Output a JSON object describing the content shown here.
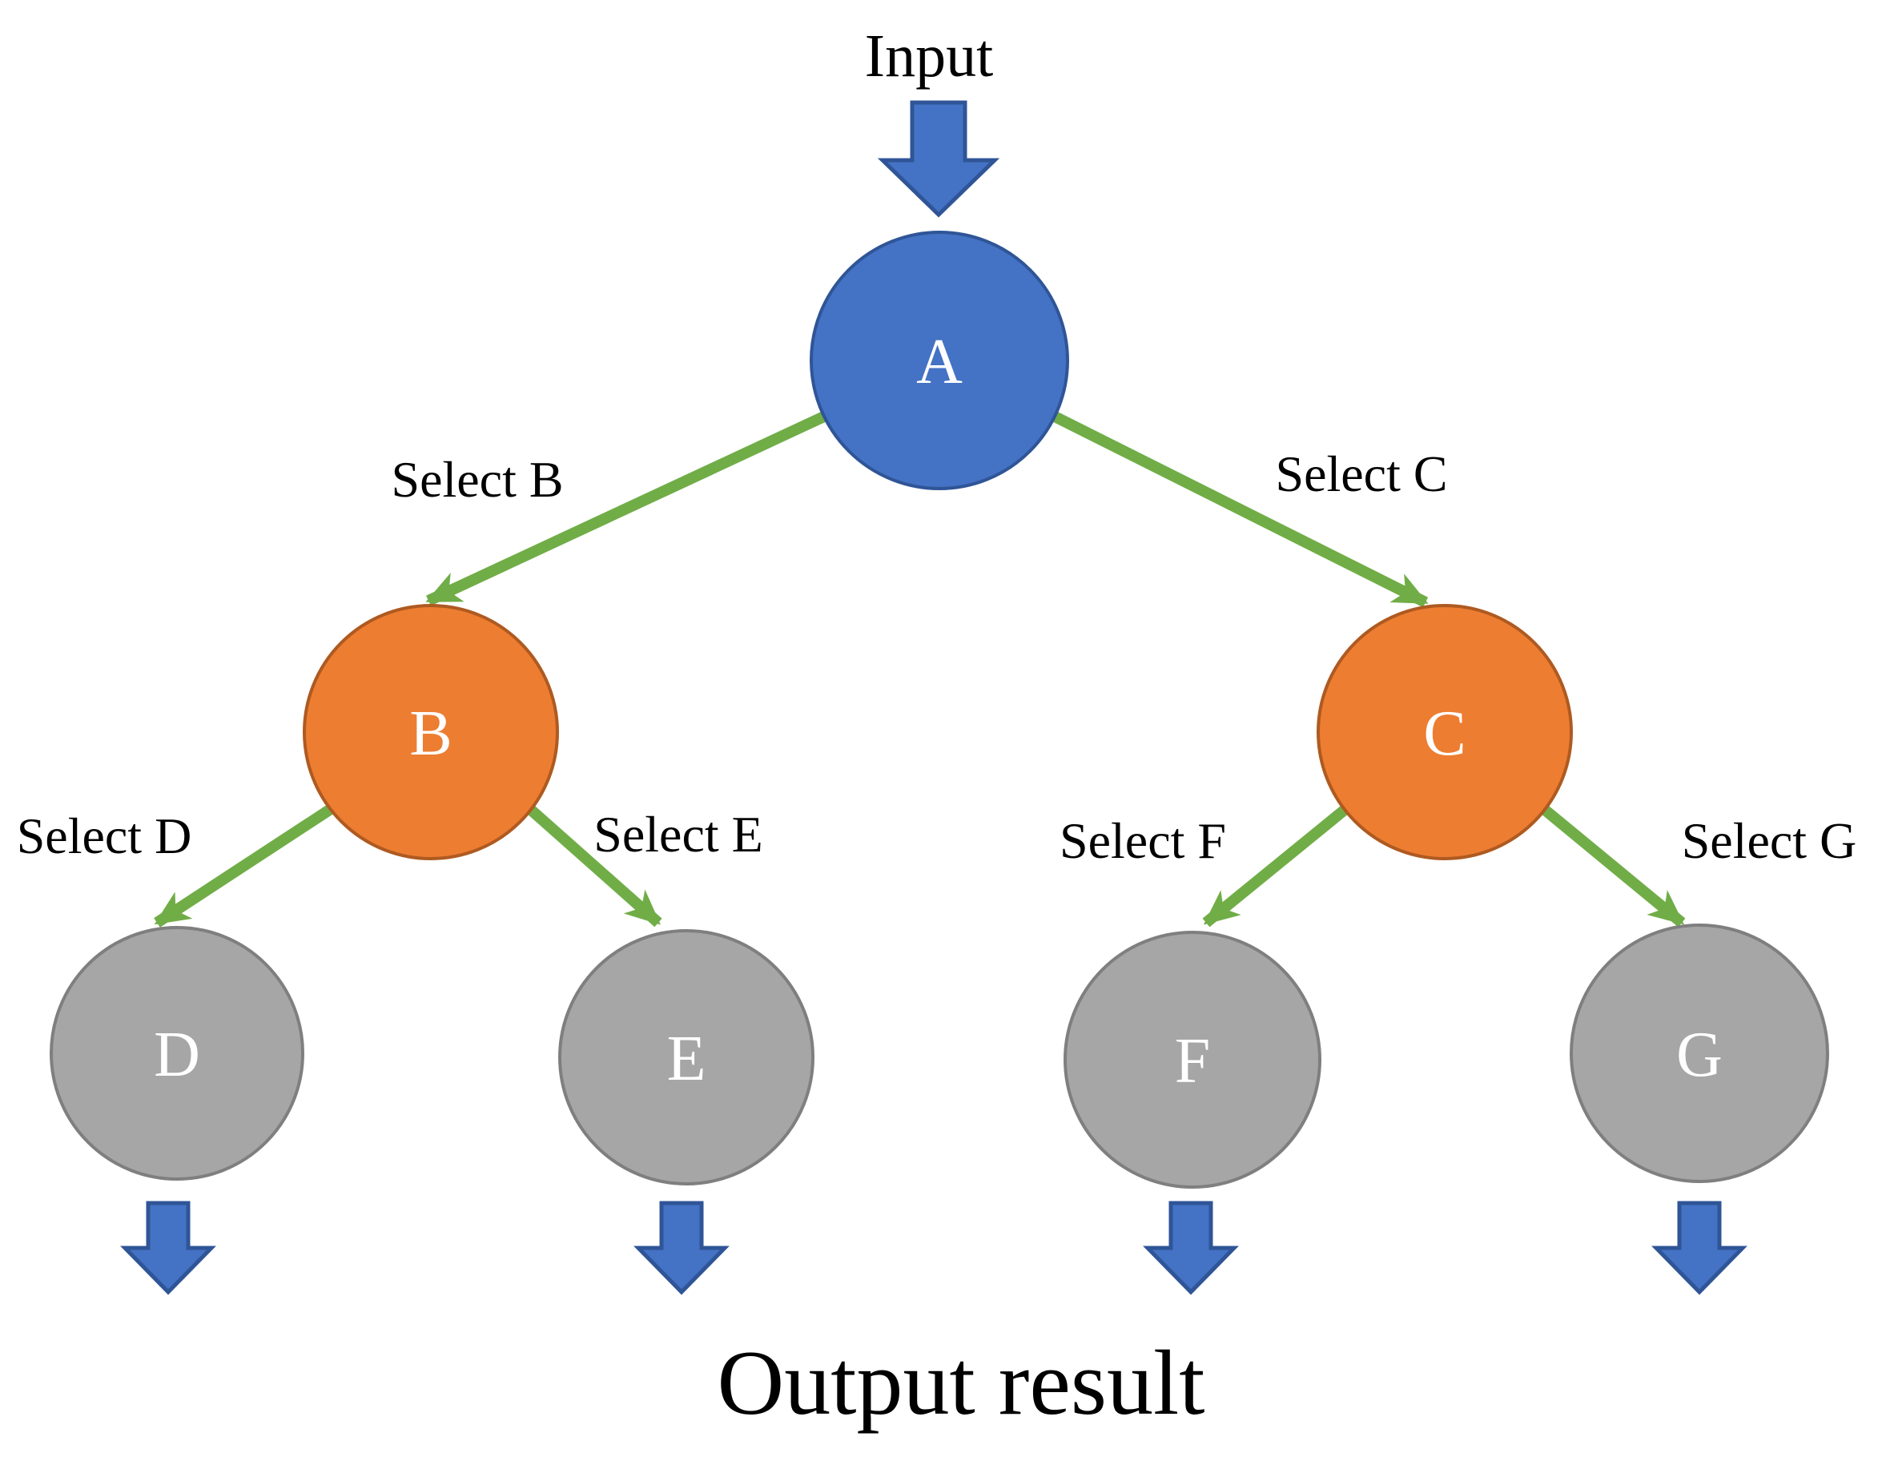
{
  "labels": {
    "input": "Input",
    "output": "Output result"
  },
  "nodes": {
    "a": {
      "label": "A",
      "color_name": "blue"
    },
    "b": {
      "label": "B",
      "color_name": "orange"
    },
    "c": {
      "label": "C",
      "color_name": "orange"
    },
    "d": {
      "label": "D",
      "color_name": "gray"
    },
    "e": {
      "label": "E",
      "color_name": "gray"
    },
    "f": {
      "label": "F",
      "color_name": "gray"
    },
    "g": {
      "label": "G",
      "color_name": "gray"
    }
  },
  "edges": {
    "ab": {
      "label": "Select B",
      "from": "A",
      "to": "B"
    },
    "ac": {
      "label": "Select C",
      "from": "A",
      "to": "C"
    },
    "bd": {
      "label": "Select D",
      "from": "B",
      "to": "D"
    },
    "be": {
      "label": "Select E",
      "from": "B",
      "to": "E"
    },
    "cf": {
      "label": "Select F",
      "from": "C",
      "to": "F"
    },
    "cg": {
      "label": "Select G",
      "from": "C",
      "to": "G"
    }
  },
  "colors": {
    "node_blue": "#4472C4",
    "node_blue_border": "#2F5597",
    "node_orange": "#ED7D31",
    "node_orange_border": "#AE5A21",
    "node_gray": "#A6A6A6",
    "node_gray_border": "#7F7F7F",
    "arrow_green": "#70AD47",
    "block_arrow_fill": "#4472C4",
    "block_arrow_border": "#2F5597",
    "label_text": "#000000",
    "node_text": "#FFFFFF"
  }
}
